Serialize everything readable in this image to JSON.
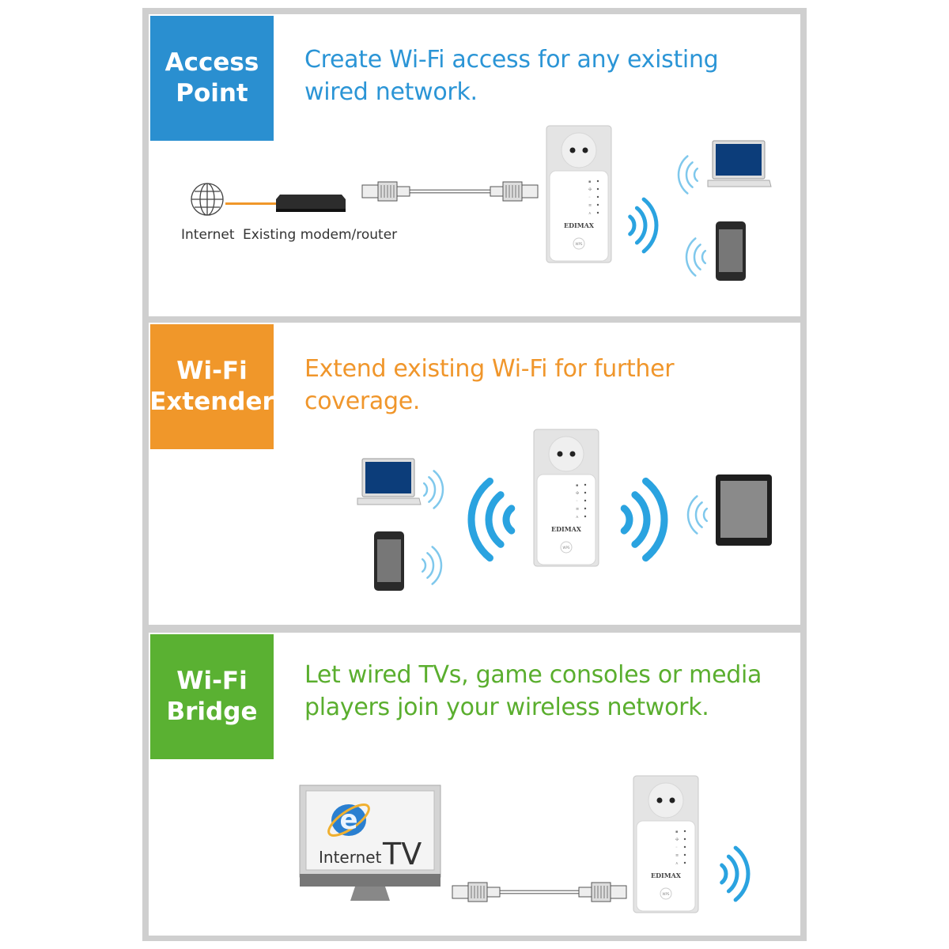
{
  "colors": {
    "access_point": "#2a8fd0",
    "extender": "#f0972a",
    "bridge": "#5ab132",
    "wave": "#2aa3e0",
    "frame": "#cfcfcf"
  },
  "device": {
    "brand": "EDIMAX",
    "button": "WPS"
  },
  "panels": [
    {
      "mode": [
        "Access",
        "Point"
      ],
      "description": [
        "Create Wi-Fi access for any existing",
        "wired network."
      ],
      "labels": {
        "internet": "Internet",
        "router": "Existing modem/router"
      }
    },
    {
      "mode": [
        "Wi-Fi",
        "Extender"
      ],
      "description": [
        "Extend existing Wi-Fi for further",
        "coverage."
      ]
    },
    {
      "mode": [
        "Wi-Fi",
        "Bridge"
      ],
      "description": [
        "Let wired TVs, game consoles or media",
        "players join your wireless network."
      ],
      "tv": {
        "brand": "Internet",
        "suffix": "TV"
      }
    }
  ]
}
